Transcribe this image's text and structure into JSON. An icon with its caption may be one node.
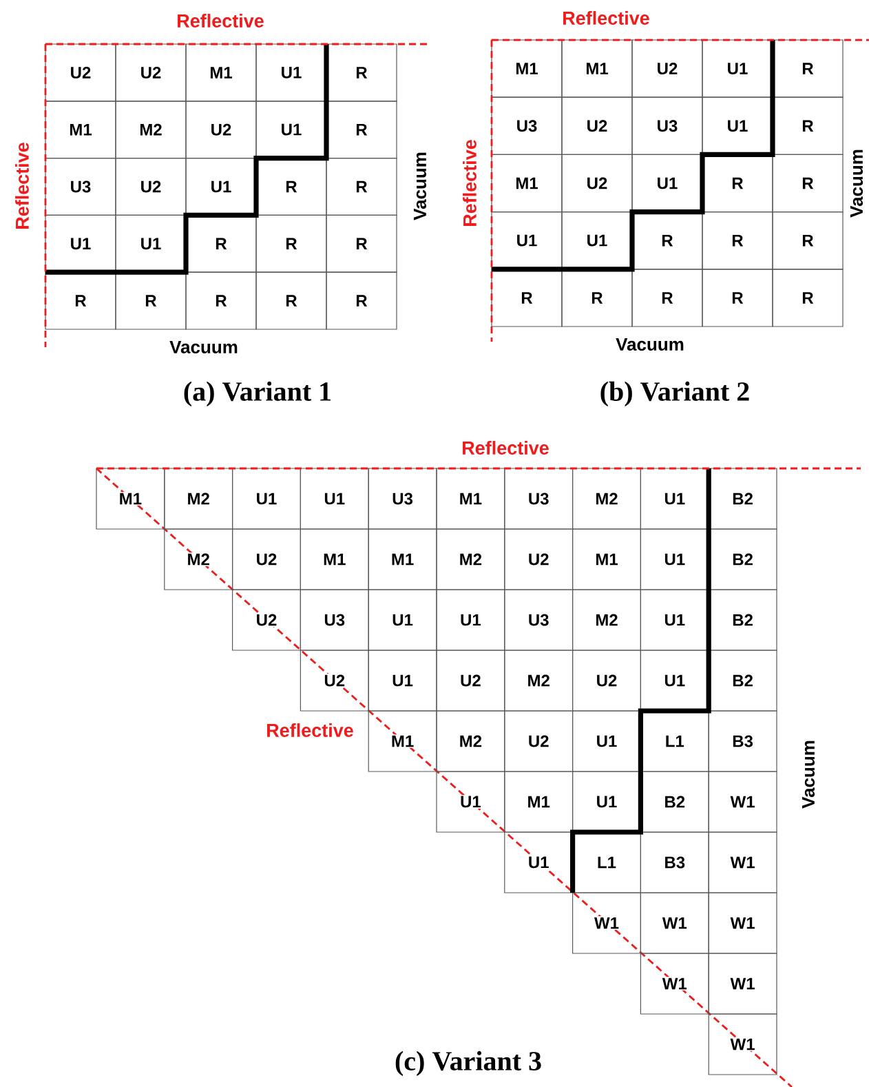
{
  "diagram": {
    "labels": [
      "Reflective",
      "Reflective",
      "U2",
      "U2",
      "M1",
      "U1",
      "R",
      "M1",
      "M2",
      "U2",
      "U1",
      "R",
      "U3",
      "U2",
      "U1",
      "R",
      "R",
      "U1",
      "U1",
      "R",
      "R",
      "R",
      "R",
      "R",
      "R",
      "R",
      "R",
      "Vacuum",
      "Vacuum",
      "(a) Variant 1",
      "Reflective",
      "Reflective",
      "M1",
      "M1",
      "U2",
      "U1",
      "R",
      "U3",
      "U2",
      "U3",
      "U1",
      "R",
      "M1",
      "U2",
      "U1",
      "R",
      "R",
      "U1",
      "U1",
      "R",
      "R",
      "R",
      "R",
      "R",
      "R",
      "R",
      "R",
      "Vacuum",
      "Vacuum",
      "(b) Variant 2",
      "Reflective",
      "M1",
      "M2",
      "U1",
      "U1",
      "U3",
      "M1",
      "U3",
      "M2",
      "U1",
      "B2",
      "M2",
      "U2",
      "M1",
      "M1",
      "M2",
      "U2",
      "M1",
      "U1",
      "B2",
      "U2",
      "U3",
      "U1",
      "U1",
      "U3",
      "M2",
      "U1",
      "B2",
      "U2",
      "U1",
      "U2",
      "M2",
      "U2",
      "U1",
      "B2",
      "M1",
      "M2",
      "U2",
      "U1",
      "L1",
      "B3",
      "U1",
      "M1",
      "U1",
      "B2",
      "W1",
      "U1",
      "L1",
      "B3",
      "W1",
      "W1",
      "W1",
      "W1",
      "W1",
      "W1",
      "W1",
      "Reflective",
      "Vacuum",
      "(c) Variant 3"
    ]
  }
}
